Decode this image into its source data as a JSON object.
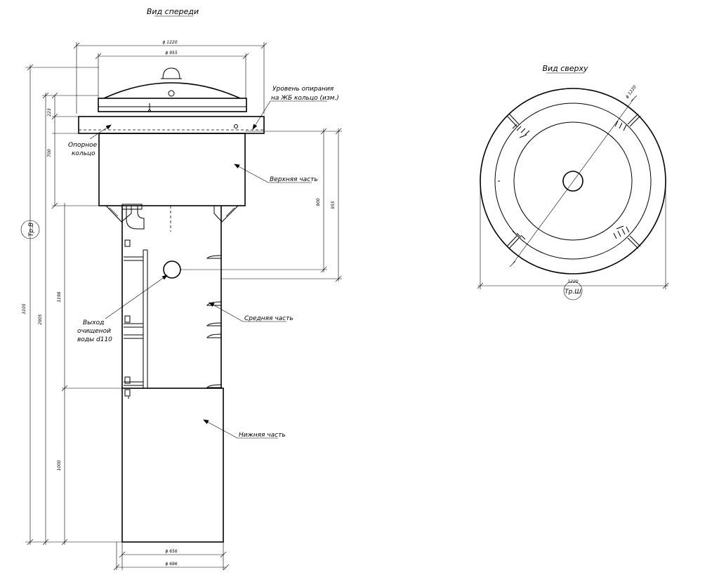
{
  "views": {
    "front": "Вид спереди",
    "top": "Вид сверху"
  },
  "labels": {
    "level_line1": "Уровень опирания",
    "level_line2": "на ЖБ кольцо (изм.)",
    "ring_line1": "Опорное",
    "ring_line2": "кольцо",
    "upper": "Верхняя часть",
    "middle": "Средняя часть",
    "lower": "Нижняя часть",
    "outlet_line1": "Выход",
    "outlet_line2": "очищеной",
    "outlet_line3": "воды d110"
  },
  "dims": {
    "d1220": "ϕ 1220",
    "d955": "ϕ 955",
    "d656": "ϕ 656",
    "d696": "ϕ 696",
    "h223": "223",
    "h700": "700",
    "h900": "900",
    "h955": "955",
    "h1198": "1198",
    "h2905": "2905",
    "h3105": "3105",
    "h1000": "1000",
    "top_d1220": "ϕ 1220",
    "top_w1220": "1220"
  },
  "markers": {
    "trv": "Тр.В",
    "trsh": "Тр.Ш"
  }
}
